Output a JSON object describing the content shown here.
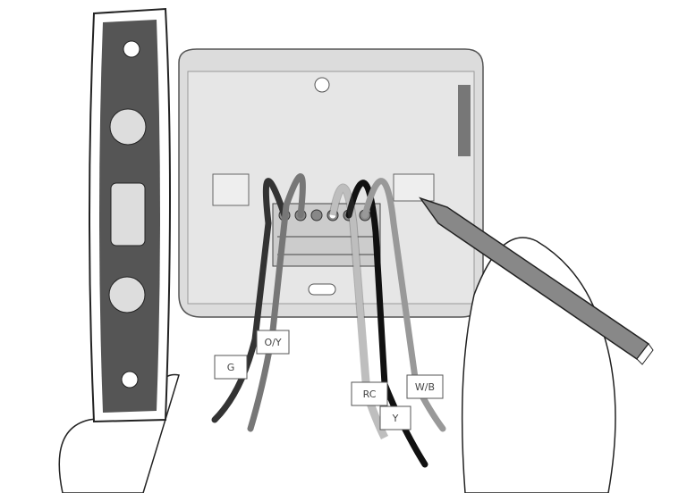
{
  "wire_labels": {
    "g": "G",
    "oy": "O/Y",
    "rc": "RC",
    "y": "Y",
    "wb": "W/B"
  },
  "colors": {
    "plate": "#dcdcdc",
    "level_body": "#555555",
    "wire_dark": "#333333",
    "wire_gray": "#8a8a8a",
    "wire_black": "#111111",
    "wire_white": "#ffffff"
  }
}
